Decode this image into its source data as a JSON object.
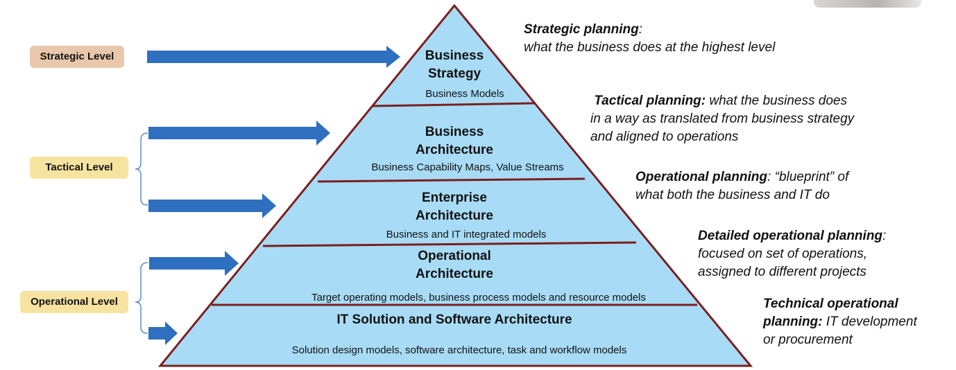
{
  "colors": {
    "pyramid_fill": "#a8dcf6",
    "pyramid_stroke": "#7b1f1f",
    "arrow": "#2f6fbf",
    "strategic_tag": "#e9c7ac",
    "tactical_tag": "#f7e3a0",
    "operational_tag": "#f7e3a0",
    "bracket": "#5b8fc9"
  },
  "levels": {
    "strategic": "Strategic Level",
    "tactical": "Tactical Level",
    "operational": "Operational Level"
  },
  "layers": [
    {
      "title_line1": "Business",
      "title_line2": "Strategy",
      "subtitle": "Business Models"
    },
    {
      "title_line1": "Business",
      "title_line2": "Architecture",
      "subtitle": "Business Capability Maps, Value Streams"
    },
    {
      "title_line1": "Enterprise",
      "title_line2": "Architecture",
      "subtitle": "Business and IT integrated models"
    },
    {
      "title_line1": "Operational",
      "title_line2": "Architecture",
      "subtitle": "Target operating models, business process models and resource models"
    },
    {
      "title_line1": "IT Solution and Software Architecture",
      "title_line2": "",
      "subtitle": "Solution design models, software architecture, task and workflow models"
    }
  ],
  "notes": [
    {
      "bold": "Strategic planning",
      "text_line1": ":",
      "text_line2": "what the business does at the highest level"
    },
    {
      "bold": "Tactical planning:",
      "text_line1": " what the business does",
      "text_line2": "in a way as translated from business strategy",
      "text_line3": "and aligned to operations"
    },
    {
      "bold": "Operational planning",
      "text_line1": ": “blueprint” of",
      "text_line2": "what both the business and IT do"
    },
    {
      "bold": "Detailed operational planning",
      "text_line1": ":",
      "text_line2": "focused on set of operations,",
      "text_line3": "assigned to different projects"
    },
    {
      "bold_line1": "Technical operational",
      "bold": "planning:",
      "text_line1": " IT development",
      "text_line2": "or procurement"
    }
  ]
}
